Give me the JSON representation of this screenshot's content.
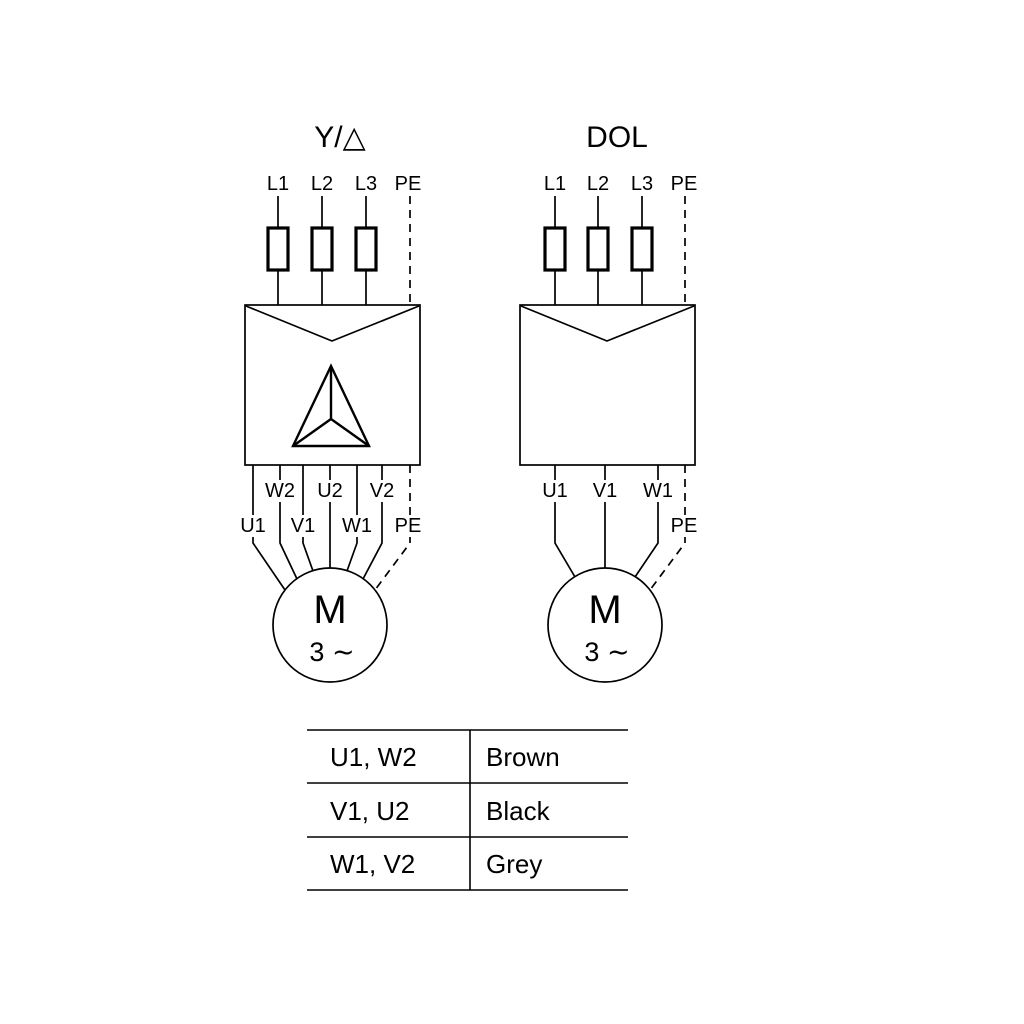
{
  "diagrams": {
    "star_delta": {
      "title": "Y/△",
      "line_terminals": [
        "L1",
        "L2",
        "L3",
        "PE"
      ],
      "motor_terminals_upper": [
        "W2",
        "U2",
        "V2"
      ],
      "motor_terminals_lower": [
        "U1",
        "V1",
        "W1",
        "PE"
      ],
      "motor": {
        "symbol": "M",
        "phase": "3 ∼"
      }
    },
    "dol": {
      "title": "DOL",
      "line_terminals": [
        "L1",
        "L2",
        "L3",
        "PE"
      ],
      "motor_terminals": [
        "U1",
        "V1",
        "W1"
      ],
      "pe_terminal": "PE",
      "motor": {
        "symbol": "M",
        "phase": "3 ∼"
      }
    }
  },
  "wire_color_table": {
    "rows": [
      {
        "terminals": "U1, W2",
        "color": "Brown"
      },
      {
        "terminals": "V1, U2",
        "color": "Black"
      },
      {
        "terminals": "W1, V2",
        "color": "Grey"
      }
    ]
  }
}
